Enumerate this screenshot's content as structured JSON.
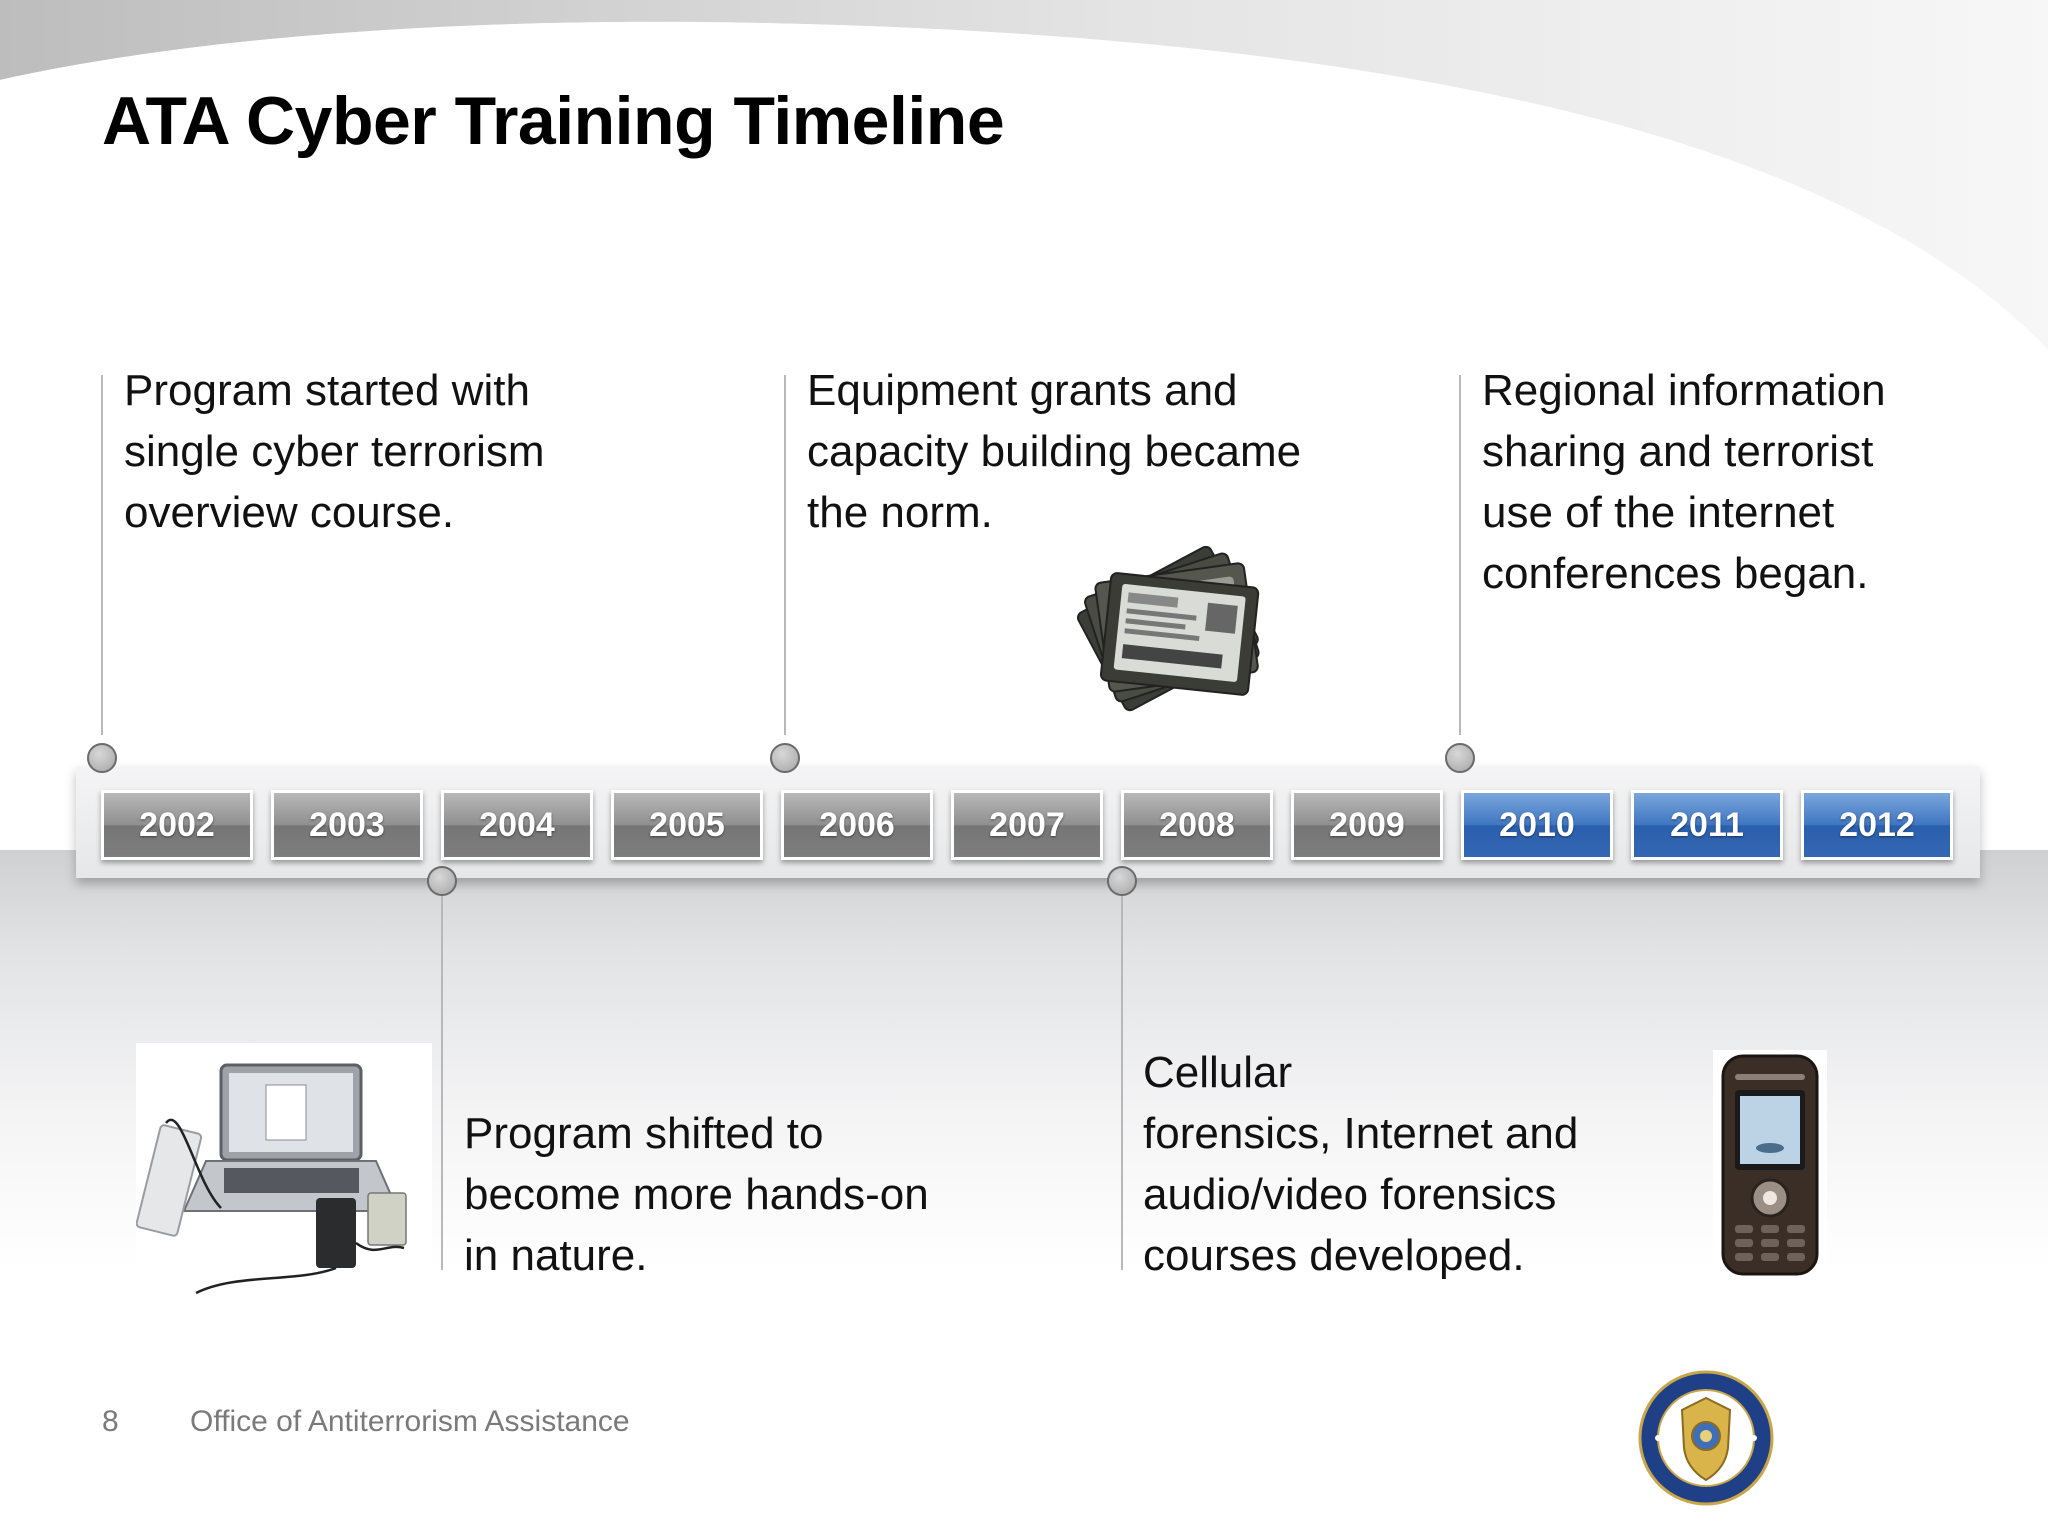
{
  "slide": {
    "title": "ATA Cyber Training Timeline",
    "page_number": "8",
    "footer": "Office of Antiterrorism Assistance"
  },
  "timeline": {
    "years": [
      {
        "label": "2002",
        "style": "gray"
      },
      {
        "label": "2003",
        "style": "gray"
      },
      {
        "label": "2004",
        "style": "gray"
      },
      {
        "label": "2005",
        "style": "gray"
      },
      {
        "label": "2006",
        "style": "gray"
      },
      {
        "label": "2007",
        "style": "gray"
      },
      {
        "label": "2008",
        "style": "gray"
      },
      {
        "label": "2009",
        "style": "gray"
      },
      {
        "label": "2010",
        "style": "blue"
      },
      {
        "label": "2011",
        "style": "blue"
      },
      {
        "label": "2012",
        "style": "blue"
      }
    ],
    "events_above": [
      {
        "year": "2002",
        "lines": [
          "Program started with",
          "single cyber terrorism",
          "overview course."
        ]
      },
      {
        "year": "2006",
        "lines": [
          "Equipment grants and",
          "capacity building became",
          "the norm."
        ]
      },
      {
        "year": "2010",
        "lines": [
          "Regional information",
          "sharing and terrorist",
          "use of the internet",
          "conferences began."
        ]
      }
    ],
    "events_below": [
      {
        "year": "2004",
        "lines": [
          "Program shifted to",
          "become more hands-on",
          "in nature."
        ]
      },
      {
        "year": "2008",
        "lines": [
          "Cellular",
          "forensics, Internet and",
          "audio/video forensics",
          "courses developed."
        ]
      }
    ]
  },
  "colors": {
    "year_gray": "#7d7d7d",
    "year_blue": "#3467b3",
    "connector": "#b7b8ba"
  },
  "images": {
    "hard_drives": "hard-drives-photo",
    "laptop": "laptop-forensics-kit-photo",
    "cellphone": "mobile-phone-photo",
    "seal": "diplomatic-security-service-seal"
  }
}
